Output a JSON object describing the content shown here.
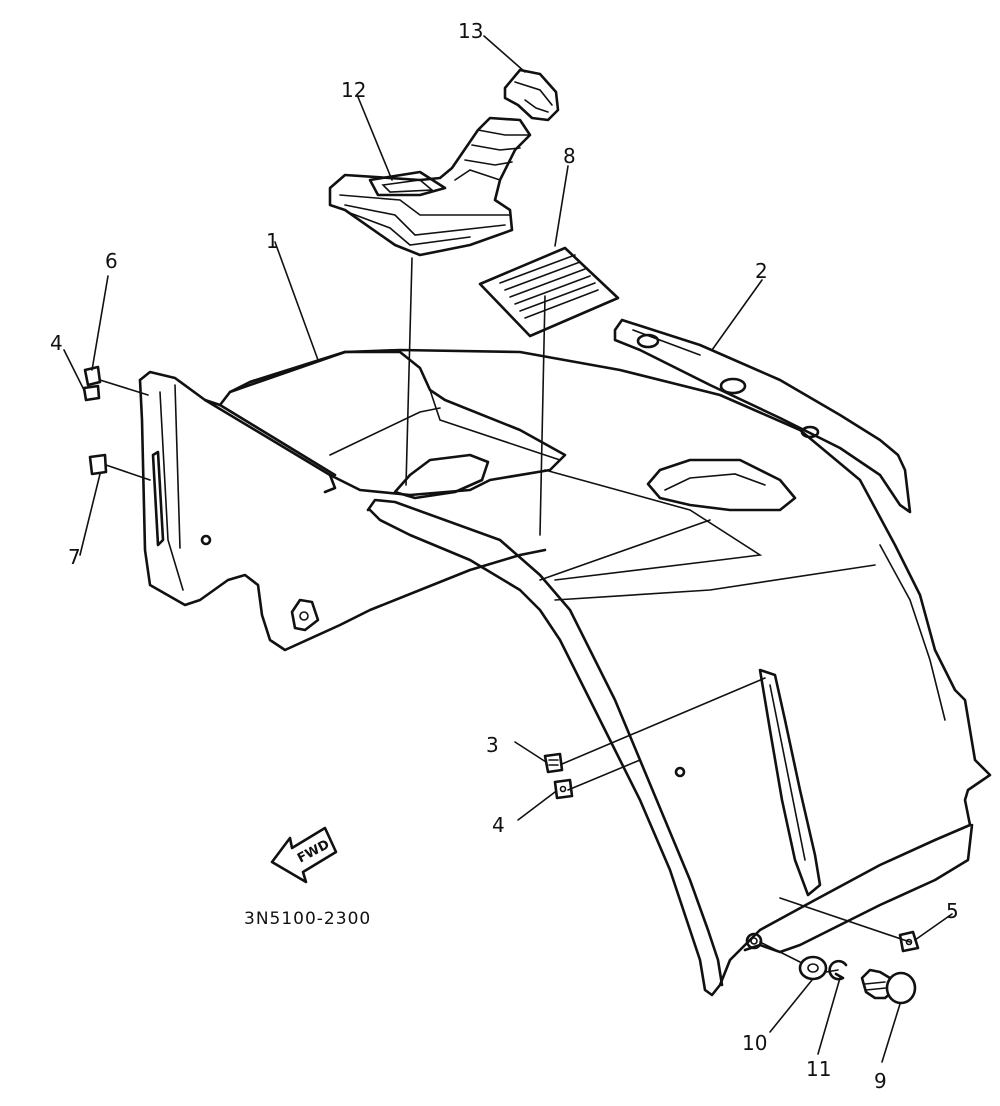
{
  "diagram": {
    "part_code": "3N5100-2300",
    "direction_label": "FWD",
    "callouts": {
      "c1": "1",
      "c2": "2",
      "c3": "3",
      "c4a": "4",
      "c4b": "4",
      "c5": "5",
      "c6": "6",
      "c7": "7",
      "c8": "8",
      "c9": "9",
      "c10": "10",
      "c11": "11",
      "c12": "12",
      "c13": "13"
    }
  }
}
